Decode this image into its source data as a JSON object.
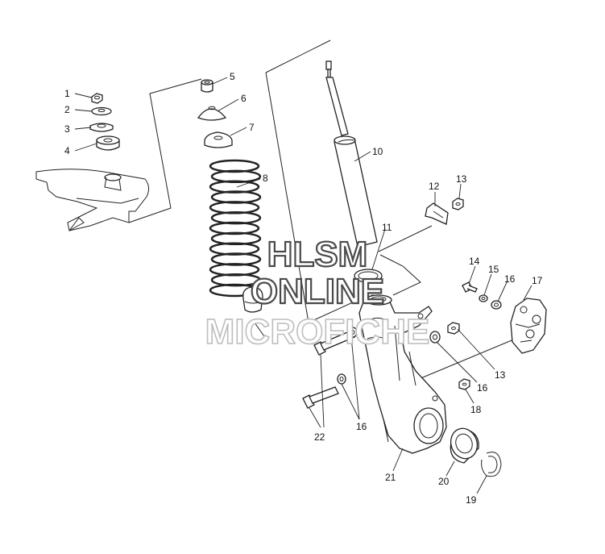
{
  "diagram": {
    "callouts": [
      {
        "id": "c1",
        "text": "1"
      },
      {
        "id": "c2",
        "text": "2"
      },
      {
        "id": "c3",
        "text": "3"
      },
      {
        "id": "c4",
        "text": "4"
      },
      {
        "id": "c5",
        "text": "5"
      },
      {
        "id": "c6",
        "text": "6"
      },
      {
        "id": "c7",
        "text": "7"
      },
      {
        "id": "c8",
        "text": "8"
      },
      {
        "id": "c10",
        "text": "10"
      },
      {
        "id": "c11",
        "text": "11"
      },
      {
        "id": "c12",
        "text": "12"
      },
      {
        "id": "c13a",
        "text": "13"
      },
      {
        "id": "c13b",
        "text": "13"
      },
      {
        "id": "c14",
        "text": "14"
      },
      {
        "id": "c15",
        "text": "15"
      },
      {
        "id": "c16a",
        "text": "16"
      },
      {
        "id": "c16b",
        "text": "16"
      },
      {
        "id": "c16c",
        "text": "16"
      },
      {
        "id": "c17",
        "text": "17"
      },
      {
        "id": "c18",
        "text": "18"
      },
      {
        "id": "c19",
        "text": "19"
      },
      {
        "id": "c20",
        "text": "20"
      },
      {
        "id": "c21",
        "text": "21"
      },
      {
        "id": "c22",
        "text": "22"
      }
    ]
  },
  "watermark": {
    "line1": "HLSM",
    "line2": "ONLINE",
    "line3": "MICROFICHE",
    "color_dark": "#4a4a4a",
    "color_light": "#bdbdbd"
  }
}
